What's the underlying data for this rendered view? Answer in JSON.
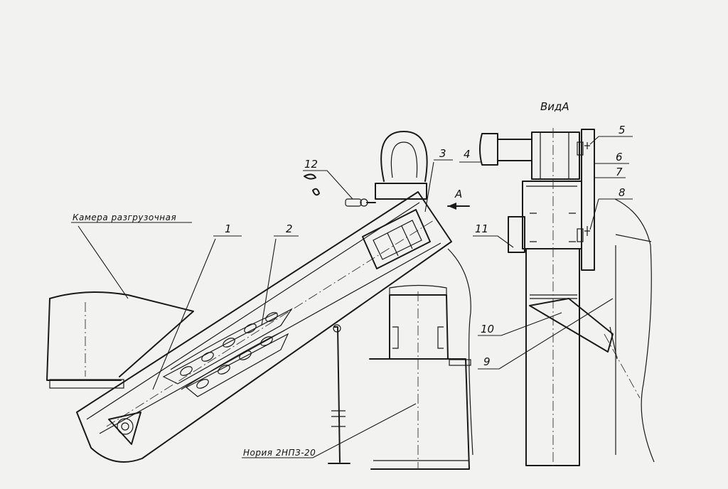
{
  "drawing": {
    "view_title": "ВидА",
    "view_arrow_letter": "А",
    "chamber_label": "Камера разгрузочная",
    "elevator_label": "Нория 2НПЗ-20",
    "part_numbers": [
      "1",
      "2",
      "3",
      "4",
      "5",
      "6",
      "7",
      "8",
      "9",
      "10",
      "11",
      "12"
    ]
  }
}
